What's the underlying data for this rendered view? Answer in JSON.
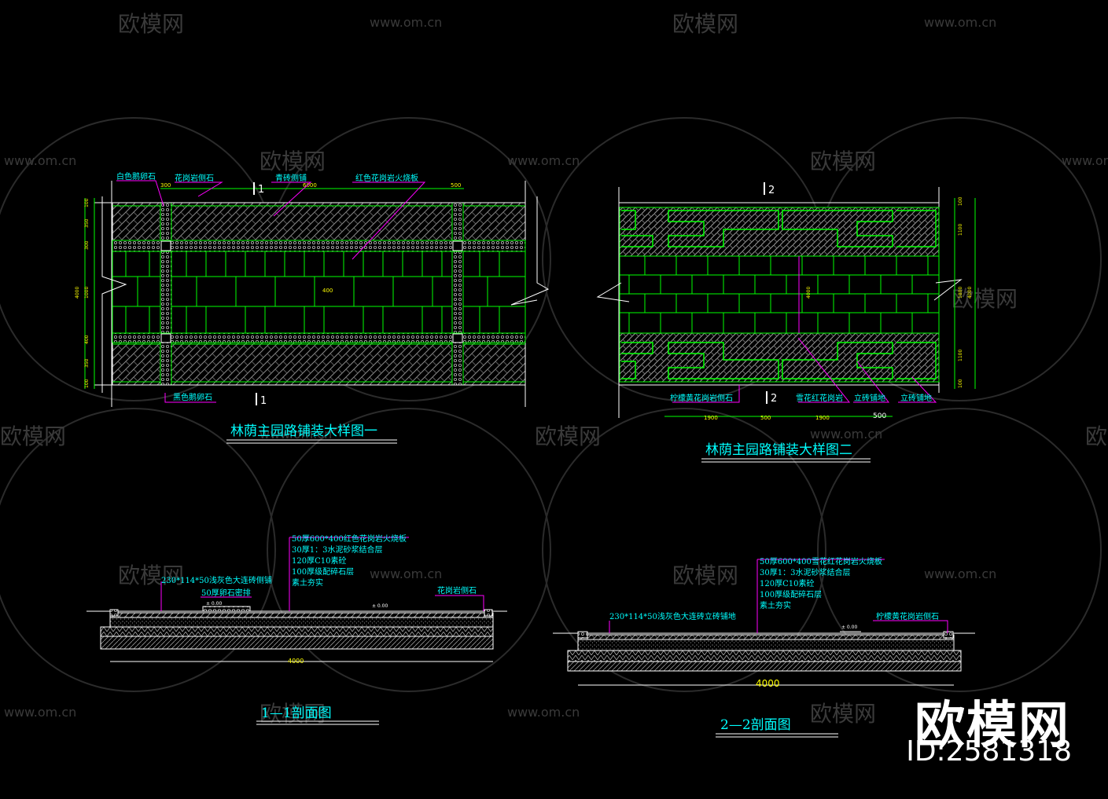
{
  "colors": {
    "bg": "#000000",
    "cyan": "#00ffff",
    "green": "#00ff00",
    "magenta": "#ff00ff",
    "white": "#ffffff",
    "yellow": "#ffff00",
    "watermark": "#3a3a3a"
  },
  "watermark": {
    "logo": "欧模网",
    "url": "www.om.cn"
  },
  "plan1": {
    "title": "林荫主园路铺装大样图一",
    "labels": {
      "white_cobble": "白色鹅卵石",
      "granite_curb": "花岗岩侧石",
      "green_brick": "青砖侧铺",
      "red_granite": "红色花岗岩火烧板",
      "black_cobble": "黑色鹅卵石"
    },
    "dims": {
      "d300": "300",
      "d6000": "6000",
      "d500": "500",
      "d400": "400",
      "d4000": "4000",
      "d100": "100",
      "d350": "350",
      "d300b": "300",
      "d1000": "1000",
      "d350b": "350",
      "d100b": "100",
      "d400b": "400",
      "d400c": "400"
    },
    "marks": {
      "m1a": "1",
      "m1b": "1"
    }
  },
  "plan2": {
    "title": "林荫主园路铺装大样图二",
    "labels": {
      "lemon_granite": "柠檬黄花岗岩侧石",
      "snow_red_granite": "雪花红花岗岩",
      "brick_a": "立砖铺地",
      "brick_b": "立砖铺地"
    },
    "dims": {
      "d1900": "1900",
      "d500": "500",
      "d1900b": "1900",
      "d500b": "500",
      "dh100": "100",
      "dh1100": "1100",
      "dh1800": "1800",
      "dh4000": "4000",
      "dh1100b": "1100",
      "dh100b": "100",
      "dcenter": "4000"
    },
    "marks": {
      "m2a": "2",
      "m2b": "2"
    }
  },
  "section1": {
    "title": "1—1剖面图",
    "layers": [
      "50厚600*400红色花岗岩火烧板",
      "30厚1：3水泥砂浆结合层",
      "120厚C10素砼",
      "100厚级配碎石层",
      "素土夯实"
    ],
    "left_label": "230*114*50浅灰色大连砖侧铺",
    "pebble": "50厚卵石密排",
    "curb": "花岗岩侧石",
    "elev_a": "± 0.00",
    "elev_b": "± 0.00",
    "width": "4000"
  },
  "section2": {
    "title": "2—2剖面图",
    "layers": [
      "50厚600*400雪花红花岗岩火烧板",
      "30厚1：3水泥砂浆结合层",
      "120厚C10素砼",
      "100厚级配碎石层",
      "素土夯实"
    ],
    "left_label": "230*114*50浅灰色大连砖立砖铺地",
    "curb": "柠檬黄花岗岩侧石",
    "elev": "± 0.00",
    "width": "4000"
  },
  "brand": {
    "name": "欧模网",
    "id": "ID:2581318"
  }
}
